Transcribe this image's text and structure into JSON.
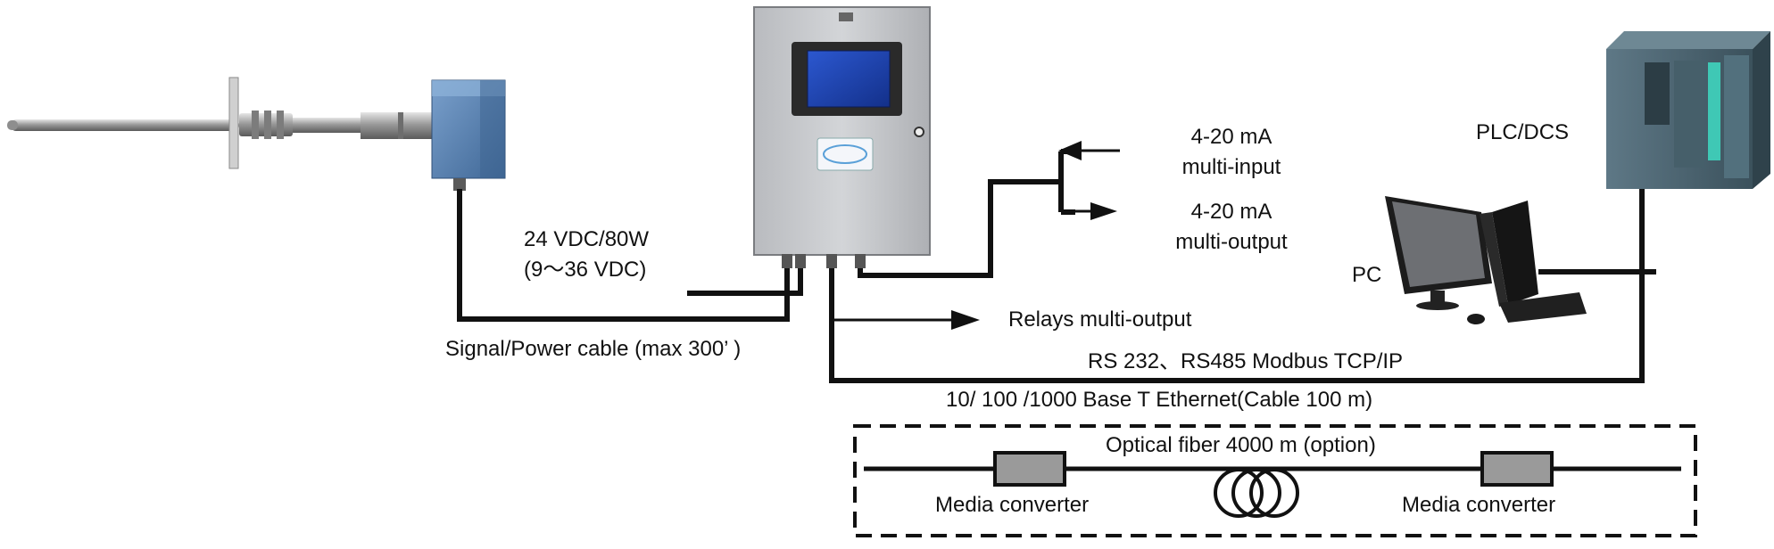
{
  "labels": {
    "power_line1": "24 VDC/80W",
    "power_line2": "(9～36 VDC)",
    "signal_cable": "Signal/Power  cable (max 300’ )",
    "ma_input_line1": "4-20 mA",
    "ma_input_line2": "multi-input",
    "ma_output_line1": "4-20 mA",
    "ma_output_line2": "multi-output",
    "relays": "Relays multi-output",
    "plc": "PLC/DCS",
    "pc": "PC",
    "rs": "RS 232、RS485 Modbus TCP/IP",
    "ethernet": "10/ 100 /1000 Base T Ethernet(Cable 100 m)",
    "fiber": "Optical fiber 4000 m (option)",
    "media_left": "Media converter",
    "media_right": "Media converter"
  },
  "colors": {
    "line": "#111111",
    "cabinet": "#c9cbcf",
    "screen": "#1a3fa8",
    "junction_box": "#5f86b8",
    "plc_body": "#4c6572",
    "plc_led_strip": "#3fc8b5",
    "converter": "#9a9a9a"
  },
  "icons": [
    "probe-icon",
    "junction-box-icon",
    "controller-cabinet-icon",
    "plc-icon",
    "pc-icon",
    "fiber-coil-icon"
  ]
}
